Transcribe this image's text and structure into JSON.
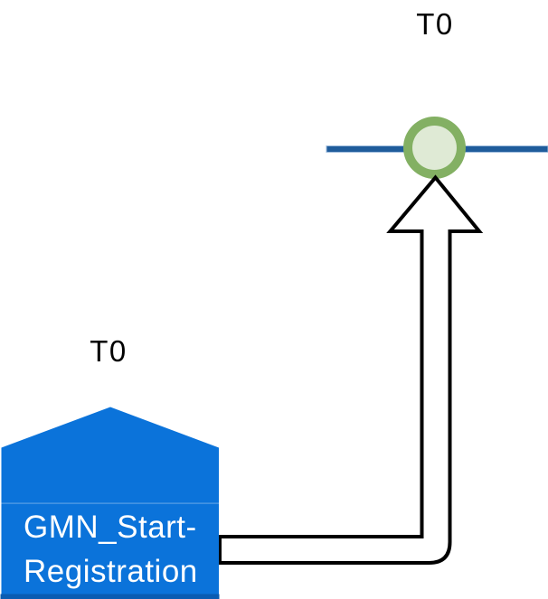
{
  "labels": {
    "milestone_time": "T0",
    "start_time": "T0"
  },
  "start_shape": {
    "name_line1": "GMN_Start-",
    "name_line2": "Registration"
  },
  "colors": {
    "background": "#ffffff",
    "shape_fill": "#0b73da",
    "shape_divider": "#5aa0e6",
    "shape_bottom_edge": "#0a5cb2",
    "shape_text": "#ffffff",
    "timeline": "#1f5c9b",
    "timeline_edge": "#9dbbdc",
    "milestone_ring": "#83b063",
    "milestone_fill": "#dfead5",
    "arrow_stroke": "#000000",
    "arrow_fill": "#ffffff",
    "label_text": "#000000"
  }
}
